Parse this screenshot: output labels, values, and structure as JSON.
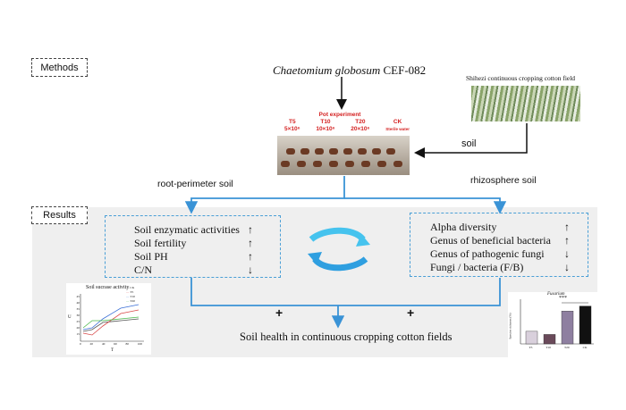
{
  "labels": {
    "methods": "Methods",
    "results": "Results"
  },
  "organism": {
    "italic": "Chaetomium globosum",
    "strain": " CEF-082"
  },
  "field": {
    "title": "Shihezi continuous cropping cotton field"
  },
  "pot": {
    "title": "Pot experiment",
    "treatments": [
      {
        "name": "T5",
        "dose": "5×10⁶"
      },
      {
        "name": "T10",
        "dose": "10×10⁶"
      },
      {
        "name": "T20",
        "dose": "20×10⁶"
      },
      {
        "name": "CK",
        "dose": "Sterile water"
      }
    ]
  },
  "arrows": {
    "soil": "soil",
    "root_perimeter": "root-perimeter soil",
    "rhizosphere": "rhizosphere soil",
    "plus": "+"
  },
  "left_box": [
    {
      "text": "Soil enzymatic activities",
      "arrow": "↑"
    },
    {
      "text": "Soil fertility",
      "arrow": "↑"
    },
    {
      "text": "Soil PH",
      "arrow": "↑"
    },
    {
      "text": "C/N",
      "arrow": "↓"
    }
  ],
  "right_box": [
    {
      "text": "Alpha diversity",
      "arrow": "↑"
    },
    {
      "text": "Genus of beneficial bacteria",
      "arrow": "↑"
    },
    {
      "text": "Genus of pathogenic fungi",
      "arrow": "↓"
    },
    {
      "text": "Fungi / bacteria (F/B)",
      "arrow": "↓"
    }
  ],
  "conclusion": "Soil health in continuous cropping cotton fields",
  "line_chart": {
    "title": "Soil sucrase activity",
    "xlabel": "T",
    "ylabel": "U",
    "yticks": [
      "45",
      "40",
      "35",
      "30",
      "25",
      "20",
      "15"
    ],
    "xticks": [
      "0",
      "20",
      "40",
      "60",
      "80",
      "100"
    ],
    "legend": [
      "CK",
      "T5",
      "T10",
      "T20"
    ],
    "colors": [
      "#555555",
      "#d94a4a",
      "#3a6fd6",
      "#4ab84a"
    ]
  },
  "bar_chart": {
    "title": "Fusarium",
    "ylabel": "Species richness (%)",
    "categories": [
      "T5",
      "T10",
      "T20",
      "CK"
    ],
    "values": [
      1.0,
      0.75,
      2.6,
      3.0
    ],
    "colors": [
      "#d9d0dc",
      "#6a4a5a",
      "#8e7fa0",
      "#111111"
    ],
    "sig": "***"
  }
}
